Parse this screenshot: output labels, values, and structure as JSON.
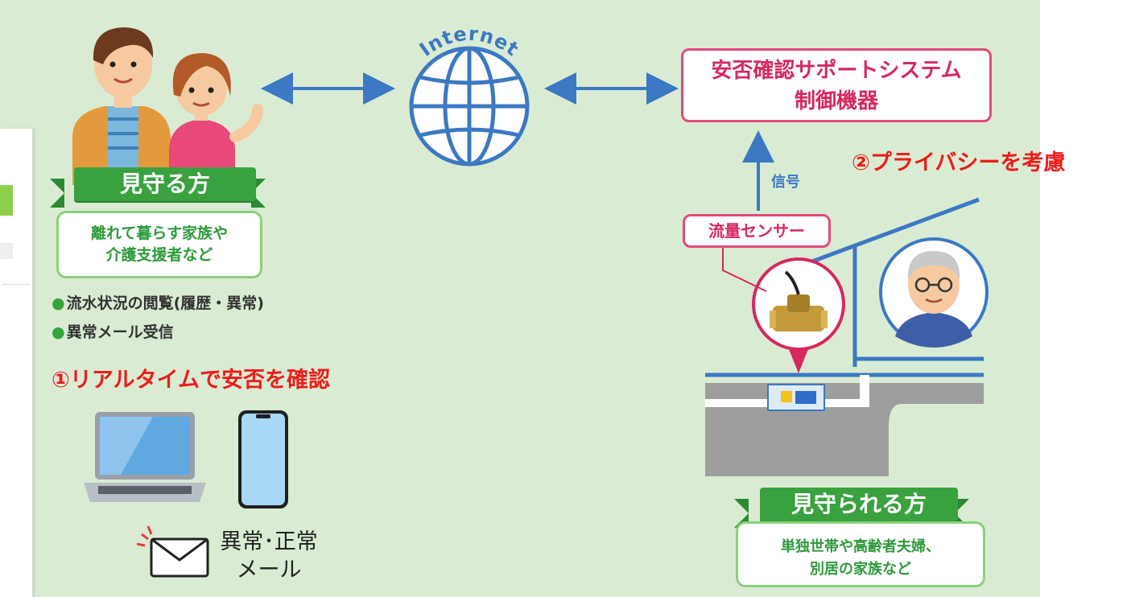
{
  "internet_label": "Internet",
  "watchers": {
    "ribbon": "見守る方",
    "desc_line1": "離れて暮らす家族や",
    "desc_line2": "介護支援者など",
    "features": [
      "流水状況の閲覧(履歴・異常)",
      "異常メール受信"
    ]
  },
  "feature_realtime": "①リアルタイムで安否を確認",
  "feature_privacy": "②プライバシーを考慮",
  "system_box": {
    "line1": "安否確認サポートシステム",
    "line2": "制御機器"
  },
  "signal_label": "信号",
  "sensor_label": "流量センサー",
  "mail": {
    "line1": "異常･正常",
    "line2": "メール"
  },
  "watched": {
    "ribbon": "見守られる方",
    "desc_line1": "単独世帯や高齢者夫婦、",
    "desc_line2": "別居の家族など"
  },
  "colors": {
    "background": "#d9ecd3",
    "accent_green": "#39a23f",
    "accent_pink": "#e24a7b",
    "arrow_blue": "#3c78c3",
    "caption_red": "#ee1c1c"
  },
  "icons": [
    "globe-icon",
    "laptop-icon",
    "smartphone-icon",
    "mail-icon",
    "flow-sensor-icon",
    "house-icon",
    "family-icon",
    "elderly-man-icon"
  ]
}
